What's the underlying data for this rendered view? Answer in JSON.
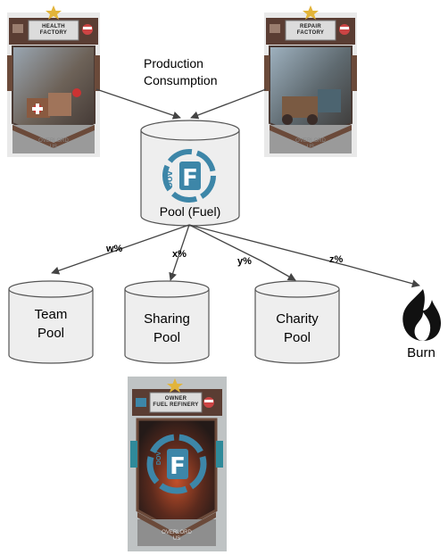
{
  "flow_label_line1": "Production",
  "flow_label_line2": "Consumption",
  "pool": {
    "label": "Pool (Fuel)",
    "logo_text": "DOV",
    "logo_letter": "F"
  },
  "percentages": {
    "w": "w%",
    "x": "x%",
    "y": "y%",
    "z": "z%"
  },
  "team_pool": {
    "line1": "Team",
    "line2": "Pool"
  },
  "sharing_pool": {
    "line1": "Sharing",
    "line2": "Pool"
  },
  "charity_pool": {
    "line1": "Charity",
    "line2": "Pool"
  },
  "burn": {
    "label": "Burn",
    "icon": "flame-icon"
  },
  "health_card": {
    "title_line1": "HEALTH",
    "title_line2": "FACTORY",
    "foot_line1": "OVERLORD",
    "foot_line2": "US"
  },
  "repair_card": {
    "title_line1": "REPAIR",
    "title_line2": "FACTORY",
    "foot_line1": "OVERLORD",
    "foot_line2": "US"
  },
  "refinery_card": {
    "title_line1": "OWNER",
    "title_line2": "FUEL REFINERY",
    "foot_line1": "OVERLORD",
    "foot_line2": "US",
    "logo_text": "DOV",
    "logo_letter": "F"
  },
  "colors": {
    "card_frame": "#6b4a3a",
    "card_gray": "#8c8c8c",
    "arrow": "#444444",
    "logo_blue": "#3d86a8",
    "star": "#e2b43a"
  }
}
